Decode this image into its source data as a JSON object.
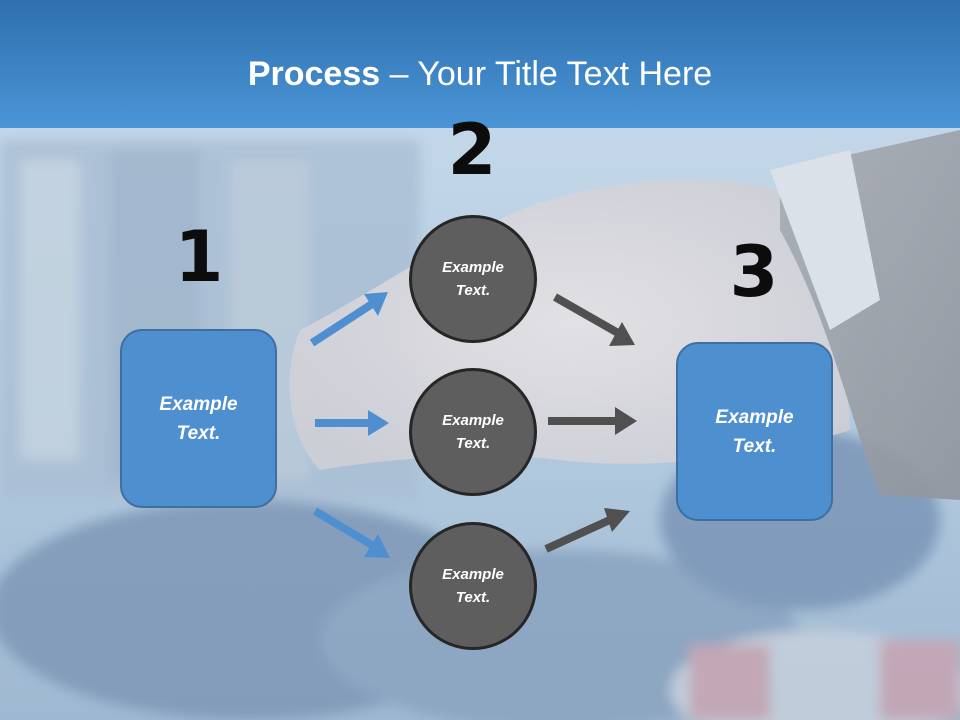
{
  "title": {
    "bold": "Process",
    "rest": " – Your Title Text Here"
  },
  "steps": {
    "one": "1",
    "two": "2",
    "three": "3"
  },
  "left_box": "Example Text.",
  "right_box": "Example Text.",
  "circles": [
    "Example Text.",
    "Example Text.",
    "Example Text."
  ],
  "colors": {
    "header": "#3d86c6",
    "box": "#4e8fcf",
    "circle": "#5e5e5e",
    "arrow_blue": "#4f8fd0",
    "arrow_gray": "#505050"
  }
}
